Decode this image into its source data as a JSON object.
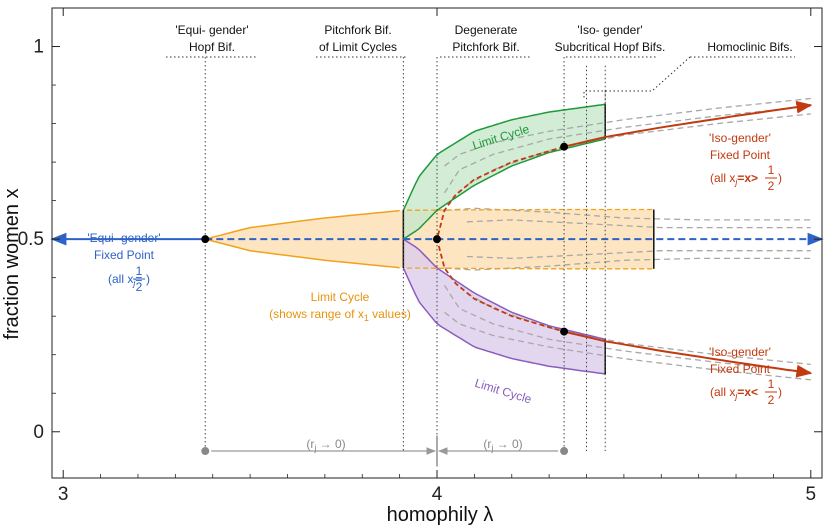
{
  "chart_data": {
    "type": "line",
    "xlabel": "homophily λ",
    "ylabel": "fraction women x",
    "xlim": [
      2.97,
      5.03
    ],
    "ylim": [
      -0.12,
      1.1
    ],
    "x_ticks": [
      3,
      4,
      5
    ],
    "y_ticks": [
      {
        "value": 0,
        "label": "0"
      },
      {
        "value": 0.5,
        "label": "0.5"
      },
      {
        "value": 1,
        "label": "1"
      }
    ],
    "grid": false,
    "colors": {
      "equi": "#2e62c6",
      "iso": "#c23a10",
      "orange": "#f1a21d",
      "orange_fill": "#fde0b6",
      "green": "#1e9a3a",
      "green_fill": "#c7e7cc",
      "purple": "#8a5cc0",
      "purple_fill": "#dccdeb",
      "gray": "#a8a8a8"
    },
    "bifurcation_lines": [
      3.38,
      3.91,
      4.0,
      4.34,
      4.4,
      4.45
    ],
    "annotations": {
      "equi_hopf": [
        "'Equi- gender'",
        "Hopf Bif."
      ],
      "pitchfork_lc": [
        "Pitchfork Bif.",
        "of Limit Cycles"
      ],
      "degenerate": [
        "Degenerate",
        "Pitchfork Bif."
      ],
      "iso_hopf": [
        "'Iso- gender'",
        "Subcritical Hopf Bifs."
      ],
      "homoclinic": [
        "Homoclinic Bifs."
      ]
    },
    "labels": {
      "equi_fp": [
        "'Equi- gender'",
        "Fixed Point"
      ],
      "equi_fp_cond": {
        "pre": "(all x",
        "sub": "j",
        "post": "=",
        "num": "1",
        "den": "2",
        "close": ")"
      },
      "iso_fp_upper": [
        "'Iso-gender'",
        "Fixed Point"
      ],
      "iso_fp_upper_cond": {
        "pre": "(all x",
        "sub": "j",
        "post": "=x>",
        "num": "1",
        "den": "2",
        "close": ")"
      },
      "iso_fp_lower": [
        "'Iso-gender'",
        "Fixed Point"
      ],
      "iso_fp_lower_cond": {
        "pre": "(all x",
        "sub": "j",
        "post": "=x<",
        "num": "1",
        "den": "2",
        "close": ")"
      },
      "lc_orange": [
        "Limit Cycle",
        "(shows range of x"
      ],
      "lc_orange_sub": "1",
      "lc_orange_tail": " values)",
      "lc_green": "Limit Cycle",
      "lc_purple": "Limit Cycle",
      "r_arrow": "(r",
      "r_arrow_sub": "j",
      "r_arrow_tail": " → 0)"
    },
    "series": [
      {
        "name": "'Equi-gender' Fixed Point (stable)",
        "style": "solid",
        "x": [
          2.97,
          3.38
        ],
        "y": [
          0.5,
          0.5
        ]
      },
      {
        "name": "'Equi-gender' Fixed Point (unstable)",
        "style": "dashed",
        "x": [
          3.38,
          5.03
        ],
        "y": [
          0.5,
          0.5
        ]
      },
      {
        "name": "'Iso-gender' Fixed Point upper (stable)",
        "style": "solid",
        "x": [
          4.34,
          4.45,
          4.6,
          4.8,
          5.0
        ],
        "y": [
          0.74,
          0.765,
          0.79,
          0.82,
          0.848
        ]
      },
      {
        "name": "'Iso-gender' Fixed Point lower (stable)",
        "style": "solid",
        "x": [
          4.34,
          4.45,
          4.6,
          4.8,
          5.0
        ],
        "y": [
          0.26,
          0.235,
          0.21,
          0.18,
          0.152
        ]
      },
      {
        "name": "'Iso-gender' Fixed Point (unstable)",
        "style": "dashed",
        "x": [
          4.34,
          4.2,
          4.1,
          4.05,
          4.02,
          4.0,
          4.02,
          4.05,
          4.1,
          4.2,
          4.34
        ],
        "y": [
          0.74,
          0.7,
          0.655,
          0.615,
          0.575,
          0.5,
          0.425,
          0.385,
          0.345,
          0.3,
          0.26
        ]
      }
    ],
    "limit_cycles": {
      "orange": {
        "x": [
          3.38,
          3.5,
          3.7,
          3.91,
          4.1,
          4.3,
          4.5,
          4.58
        ],
        "amp": [
          0,
          0.03,
          0.055,
          0.075,
          0.076,
          0.077,
          0.077,
          0.077
        ]
      },
      "green_upper": {
        "x": [
          3.91,
          3.95,
          4.0,
          4.1,
          4.2,
          4.3,
          4.45
        ],
        "y": [
          0.575,
          0.66,
          0.72,
          0.78,
          0.81,
          0.83,
          0.85
        ]
      },
      "green_lower": {
        "x": [
          3.91,
          3.95,
          4.0,
          4.1,
          4.2,
          4.3,
          4.45
        ],
        "y": [
          0.5,
          0.525,
          0.575,
          0.64,
          0.69,
          0.725,
          0.76
        ]
      },
      "purple_upper": {
        "x": [
          3.91,
          3.95,
          4.0,
          4.1,
          4.2,
          4.3,
          4.45
        ],
        "y": [
          0.5,
          0.475,
          0.425,
          0.36,
          0.31,
          0.275,
          0.24
        ]
      },
      "purple_lower": {
        "x": [
          3.91,
          3.95,
          4.0,
          4.1,
          4.2,
          4.3,
          4.45
        ],
        "y": [
          0.425,
          0.34,
          0.28,
          0.22,
          0.19,
          0.17,
          0.15
        ]
      }
    },
    "points": [
      {
        "x": 3.38,
        "y": 0.5,
        "color": "#000"
      },
      {
        "x": 4.0,
        "y": 0.5,
        "color": "#000"
      },
      {
        "x": 4.34,
        "y": 0.74,
        "color": "#000"
      },
      {
        "x": 4.34,
        "y": 0.26,
        "color": "#000"
      },
      {
        "x": 3.38,
        "y": -0.05,
        "color": "#888"
      },
      {
        "x": 4.34,
        "y": -0.05,
        "color": "#888"
      }
    ]
  }
}
